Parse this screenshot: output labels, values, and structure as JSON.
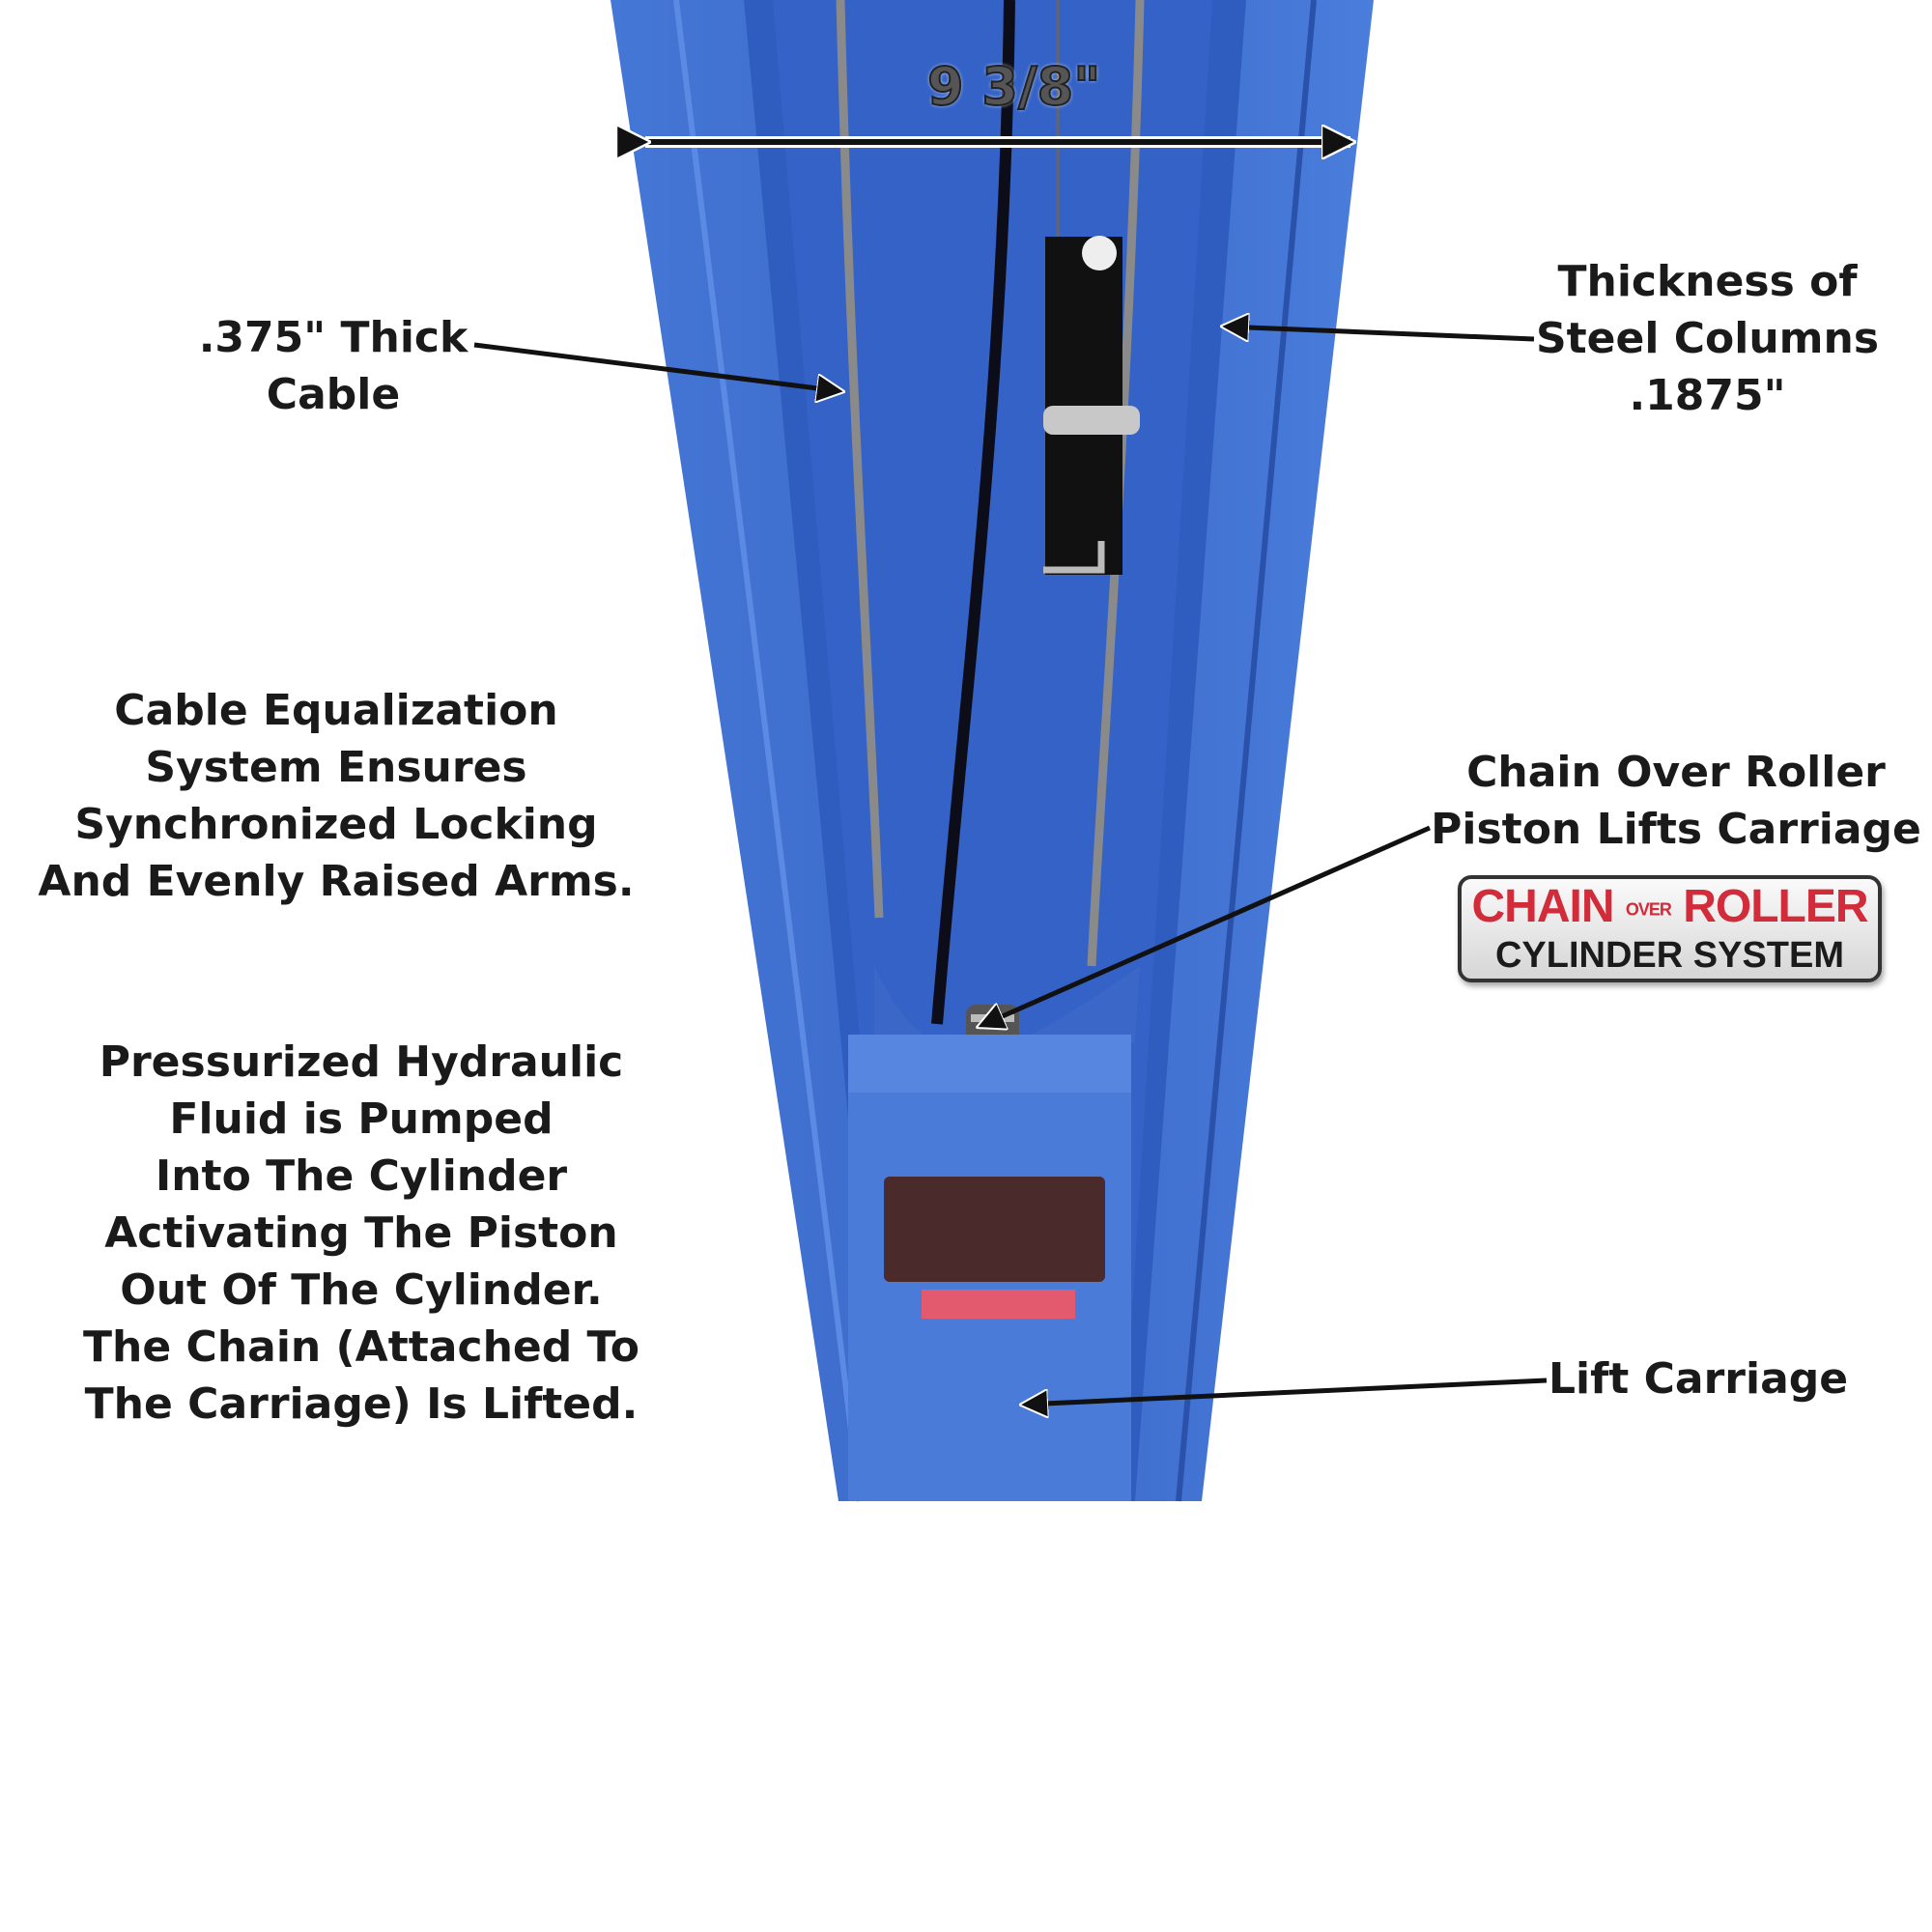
{
  "dimension_label": "9 3/8\"",
  "labels": {
    "cable": [
      ".375\" Thick",
      "Cable"
    ],
    "column_thickness": [
      "Thickness of",
      "Steel Columns",
      ".1875\""
    ],
    "equalization": [
      "Cable Equalization",
      "System Ensures",
      "Synchronized Locking",
      "And Evenly Raised Arms."
    ],
    "chain_roller": [
      "Chain Over Roller",
      "Piston Lifts Carriage"
    ],
    "hydraulic": [
      "Pressurized Hydraulic",
      "Fluid is Pumped",
      "Into The Cylinder",
      "Activating The Piston",
      "Out Of The Cylinder.",
      "The Chain (Attached To",
      "The Carriage) Is Lifted."
    ],
    "lift_carriage": "Lift Carriage"
  },
  "badge": {
    "line1_left": "CHAIN",
    "line1_mid": "OVER",
    "line1_right": "ROLLER",
    "line2": "CYLINDER SYSTEM"
  },
  "colors": {
    "column_blue": "#3f6fd0",
    "column_dark": "#2e58b8",
    "badge_red": "#d22b3a"
  }
}
